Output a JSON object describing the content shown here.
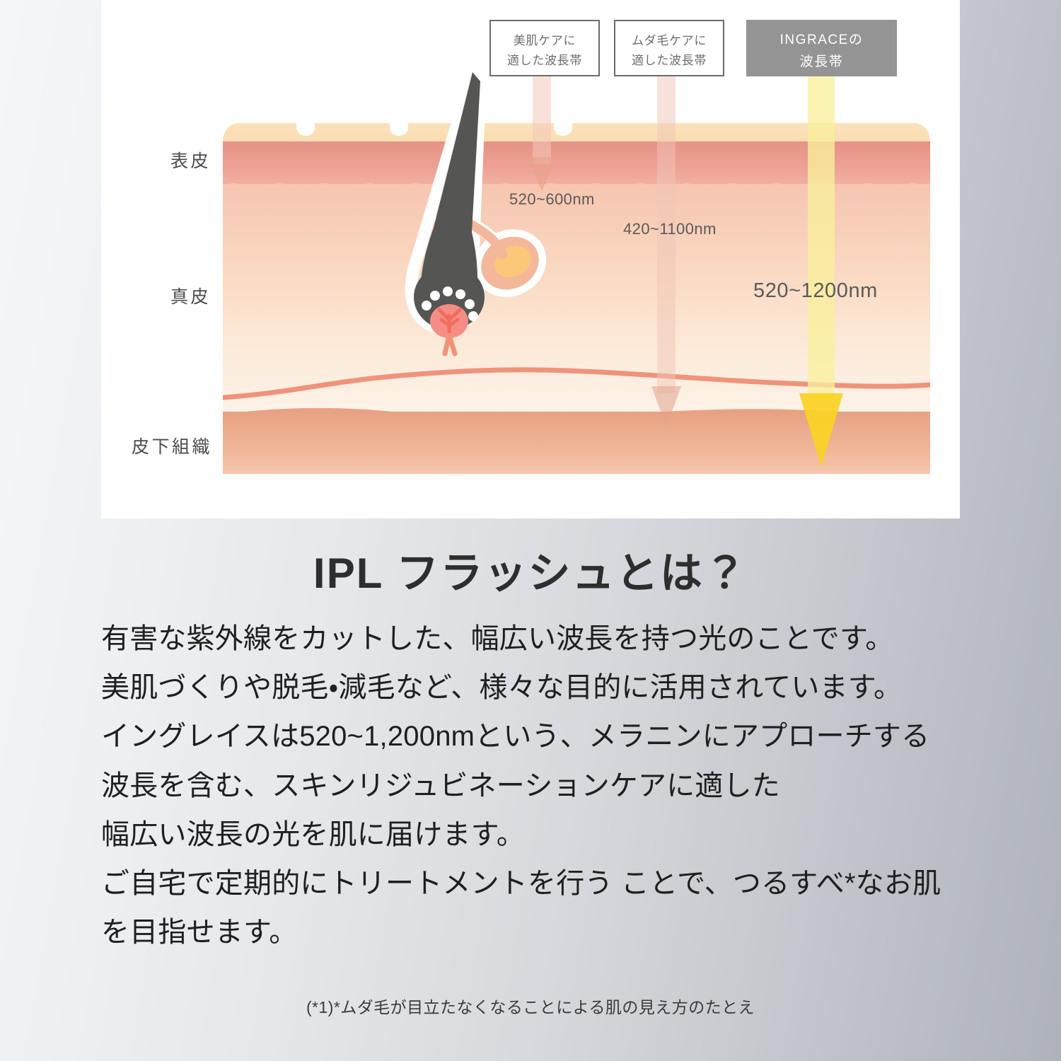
{
  "illustration": {
    "legend_boxes": [
      {
        "id": "skin-care",
        "text": "美肌ケアに\n適した波長帯",
        "style": "outline"
      },
      {
        "id": "hair-care",
        "text": "ムダ毛ケアに\n適した波長帯",
        "style": "outline"
      },
      {
        "id": "ingrace",
        "text": "INGRACEの\n波長帯",
        "style": "filled"
      }
    ],
    "skin_layers": [
      {
        "id": "epidermis",
        "label": "表皮"
      },
      {
        "id": "dermis",
        "label": "真皮"
      },
      {
        "id": "subcutis",
        "label": "皮下組織"
      }
    ],
    "wavelengths": [
      {
        "id": "skin-care-range",
        "text": "520~600nm"
      },
      {
        "id": "hair-care-range",
        "text": "420~1100nm"
      },
      {
        "id": "ingrace-range",
        "text": "520~1200nm"
      }
    ],
    "colors": {
      "card_background": "#ffffff",
      "keratin": "#fbdcb0",
      "epidermis": "#e79186",
      "dermis": "#fad9c2",
      "subcutis": "#eeae92",
      "blood_vessel": "#f0937b",
      "hair_shaft": "#555553",
      "sebaceous_gland": "#fbc076",
      "papilla": "#f58d86",
      "ingrace_beam": "#f9e27a",
      "label_filled_bg": "#949494",
      "label_outline_border": "#6b6b6b"
    }
  },
  "content": {
    "heading": "IPL フラッシュとは？",
    "paragraph_lines": [
      "有害な紫外線をカットした、幅広い波長を持つ光のことです。",
      "美肌づくりや脱毛・減毛など、様々な目的に活用されています。",
      "イングレイスは520~1,200nmという、メラニンにアプローチする",
      "波長を含む、スキンリジュビネーションケアに適した",
      "幅広い波長の光を肌に届けます。",
      "ご自宅で定期的にトリートメントを行う ことで、つるすべ*なお肌",
      "を目指せます。"
    ],
    "footnote": "(*1)*ムダ毛が目立たなくなることによる肌の見え方のたとえ"
  },
  "theme": {
    "page_background_start": "#f4f7f8",
    "page_background_end": "#aeb2b9",
    "text_color": "#1f1f1f"
  }
}
